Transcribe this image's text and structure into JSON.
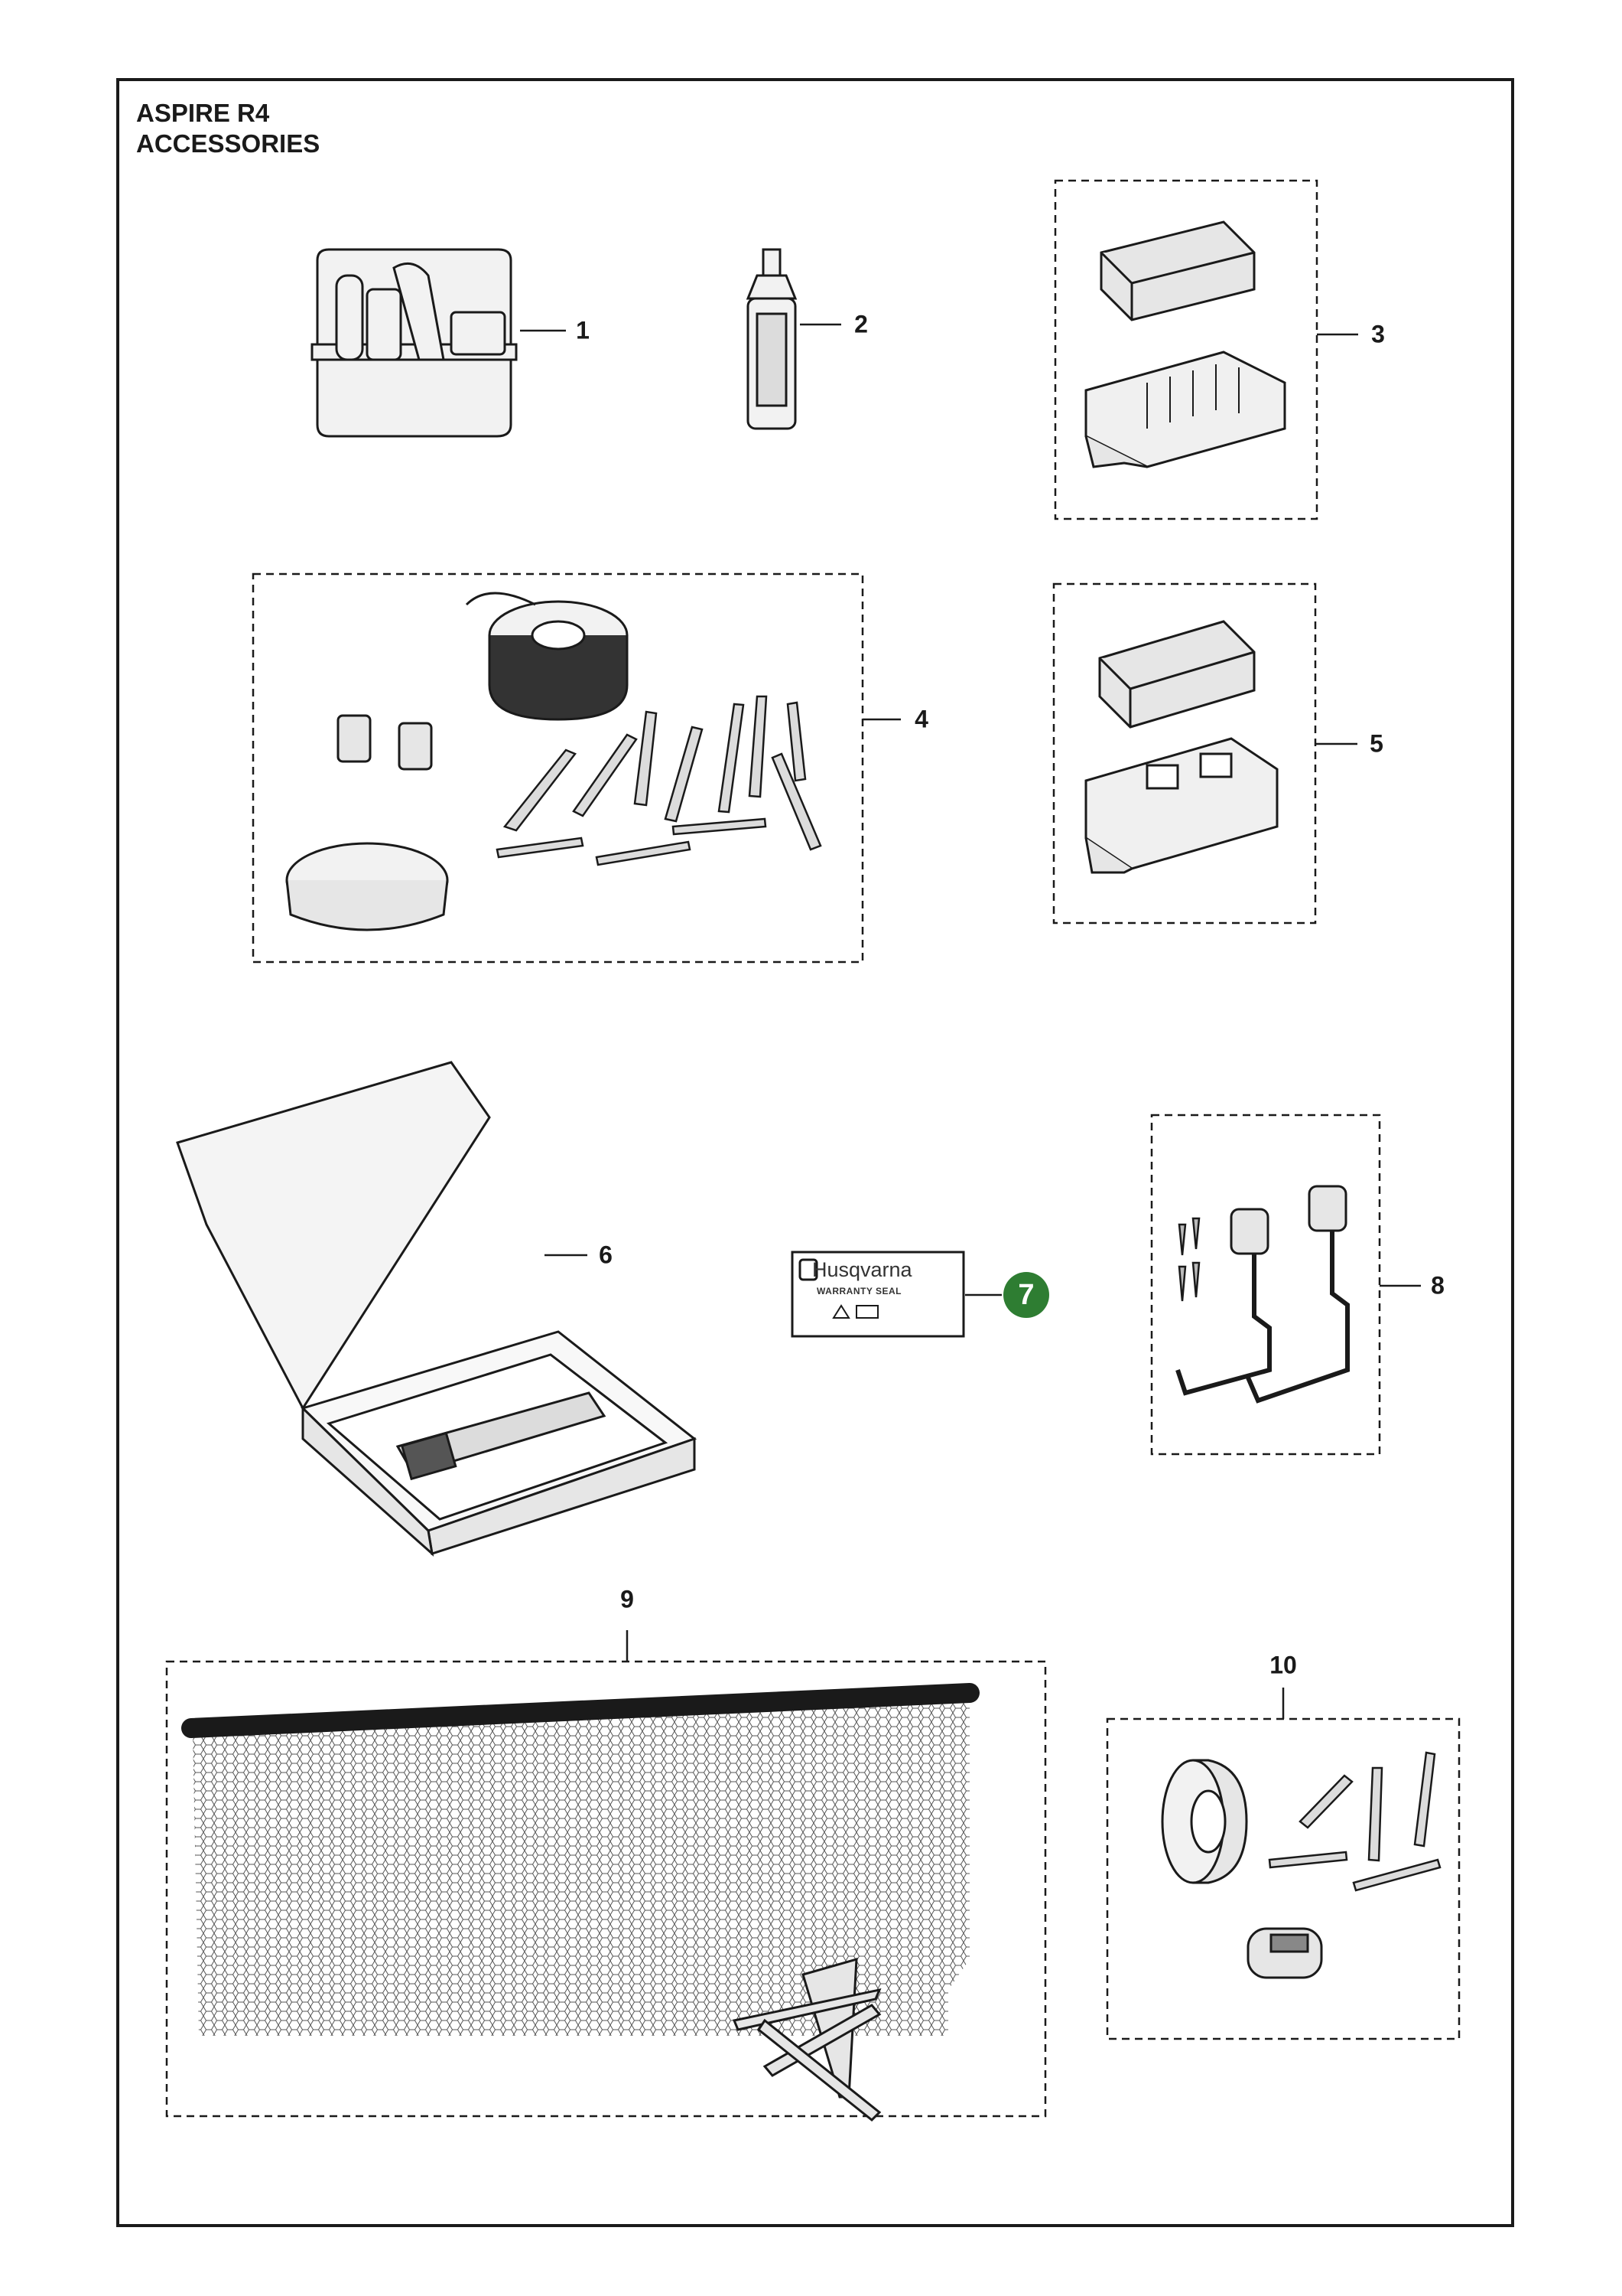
{
  "title": {
    "line1": "ASPIRE R4",
    "line2": "ACCESSORIES"
  },
  "items": [
    {
      "number": "1",
      "part": "tool-box"
    },
    {
      "number": "2",
      "part": "spray-bottle"
    },
    {
      "number": "3",
      "part": "connection-box"
    },
    {
      "number": "4",
      "part": "installation-kit"
    },
    {
      "number": "5",
      "part": "connection-box"
    },
    {
      "number": "6",
      "part": "battery-kit-box"
    },
    {
      "number": "7",
      "part": "warranty-seal-label"
    },
    {
      "number": "8",
      "part": "wall-hanger-kit"
    },
    {
      "number": "9",
      "part": "protective-net"
    },
    {
      "number": "10",
      "part": "repair-kit"
    }
  ],
  "warranty_seal": {
    "brand": "Husqvarna",
    "label": "WARRANTY SEAL"
  },
  "colors": {
    "outline": "#1a1a1a",
    "badge": "#2e7d32",
    "part_fill": "#e6e6e6"
  }
}
